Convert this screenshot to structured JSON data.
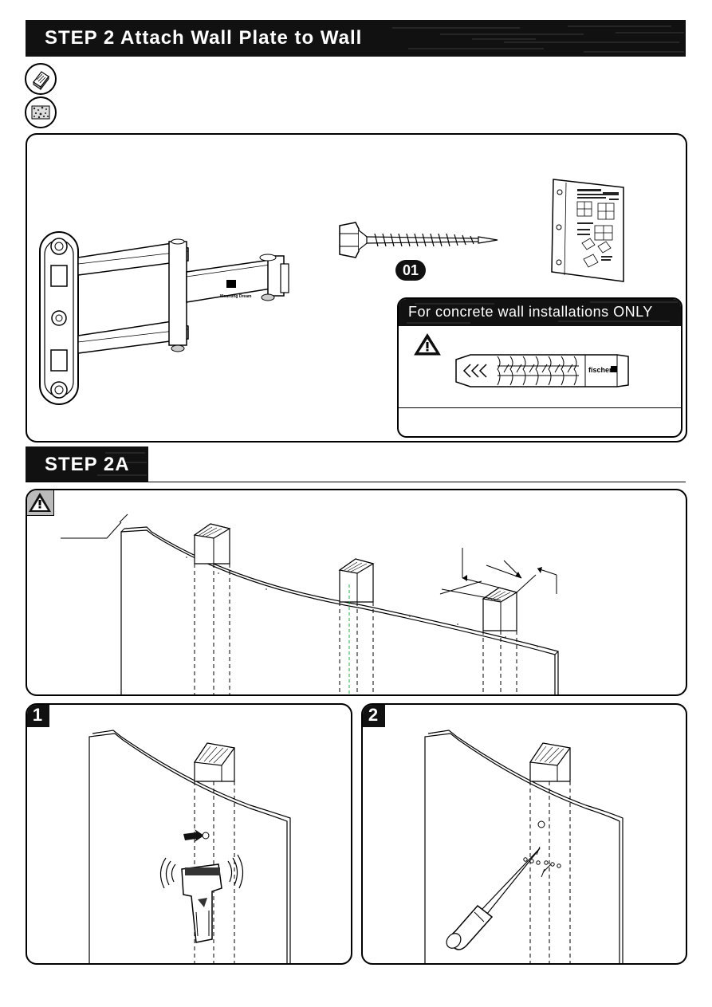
{
  "step2": {
    "title": "STEP 2 Attach Wall Plate to Wall",
    "icons": [
      "wood-stud-icon",
      "concrete-wall-icon"
    ]
  },
  "parts": {
    "screw_label": "01",
    "arm_brand": "Mounting Dream",
    "concrete_title": "For concrete wall installations ONLY",
    "anchor_brand": "fischer"
  },
  "step2a": {
    "title": "STEP 2A"
  },
  "substeps": [
    {
      "number": "1"
    },
    {
      "number": "2"
    }
  ]
}
